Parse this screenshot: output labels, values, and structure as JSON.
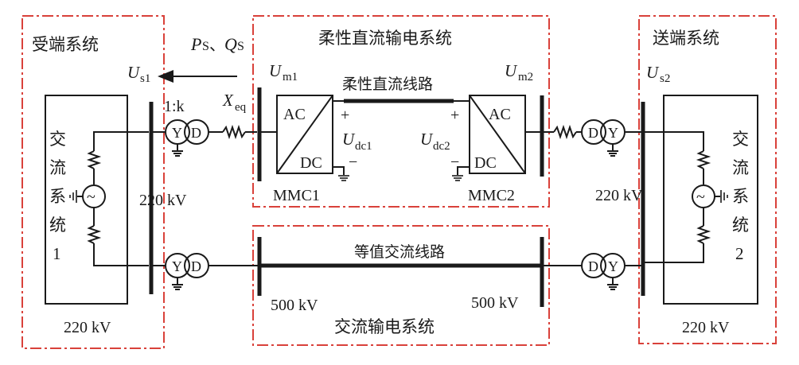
{
  "regions": {
    "receiving": "受端系统",
    "vsc": "柔性直流输电系统",
    "sending": "送端系统",
    "ac_trans": "交流输电系统"
  },
  "ac_system_left": [
    "交",
    "流",
    "系",
    "统",
    "1"
  ],
  "ac_system_right": [
    "交",
    "流",
    "系",
    "统",
    "2"
  ],
  "power_flow": {
    "p": "P",
    "p_sub": "S",
    "sep": "、",
    "q": "Q",
    "q_sub": "S"
  },
  "voltages": {
    "us1": {
      "main": "U",
      "sub": "s1"
    },
    "us2": {
      "main": "U",
      "sub": "s2"
    },
    "um1": {
      "main": "U",
      "sub": "m1"
    },
    "um2": {
      "main": "U",
      "sub": "m2"
    },
    "udc1": {
      "main": "U",
      "sub": "dc1"
    },
    "udc2": {
      "main": "U",
      "sub": "dc2"
    }
  },
  "ratio": "1:k",
  "xeq": {
    "main": "X",
    "sub": "eq"
  },
  "lines": {
    "dc_line": "柔性直流线路",
    "ac_line": "等值交流线路"
  },
  "converters": {
    "mmc1": {
      "name": "MMC1",
      "ac": "AC",
      "dc": "DC"
    },
    "mmc2": {
      "name": "MMC2",
      "ac": "AC",
      "dc": "DC"
    }
  },
  "signs": {
    "plus": "+",
    "minus": "−"
  },
  "transformer": {
    "y": "Y",
    "d": "D"
  },
  "kv_labels": {
    "bus220_left": "220 kV",
    "bus220_right": "220 kV",
    "bus500_left": "500 kV",
    "bus500_right": "500 kV",
    "sys_left": "220 kV",
    "sys_right": "220 kV"
  },
  "source_symbol": "~",
  "colors": {
    "region_border": "#d9413a",
    "line": "#1a1a1a"
  }
}
